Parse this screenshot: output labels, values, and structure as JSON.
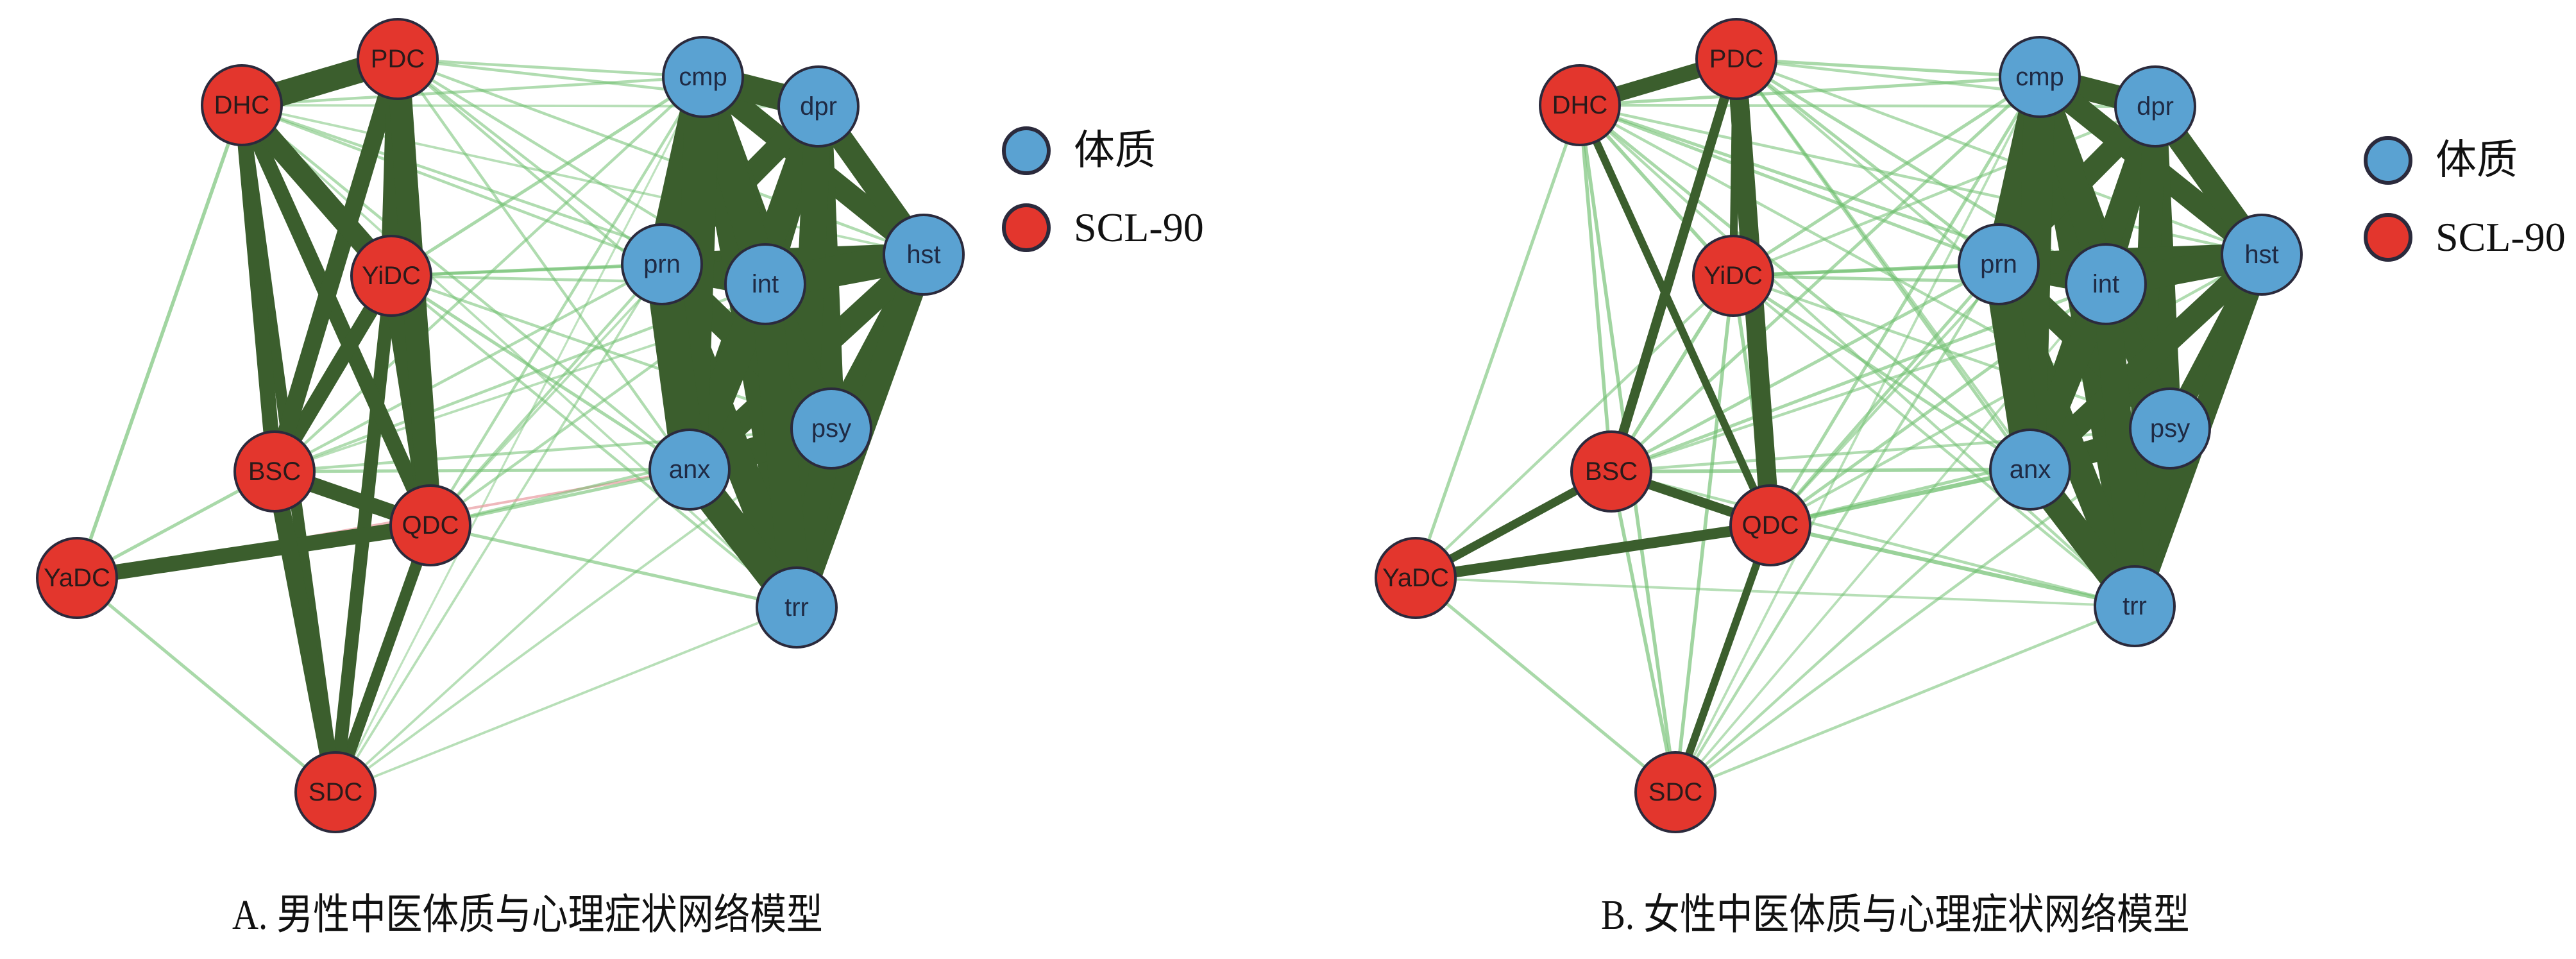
{
  "colors": {
    "constitution_node": "#5aa2d2",
    "scl90_node": "#e3362d",
    "node_border": "#2b2a3c",
    "strong_edge": "#3b5e2d",
    "weak_edge": "#6fbf6f",
    "negative_edge": "#e89aa0"
  },
  "legend": {
    "items": [
      {
        "label": "体质",
        "group": "constitution"
      },
      {
        "label": "SCL-90",
        "group": "scl90"
      }
    ]
  },
  "nodes": [
    {
      "id": "PDC",
      "group": "constitution"
    },
    {
      "id": "DHC",
      "group": "constitution"
    },
    {
      "id": "YiDC",
      "group": "constitution"
    },
    {
      "id": "BSC",
      "group": "constitution"
    },
    {
      "id": "QDC",
      "group": "constitution"
    },
    {
      "id": "YaDC",
      "group": "constitution"
    },
    {
      "id": "SDC",
      "group": "constitution"
    },
    {
      "id": "cmp",
      "group": "scl90"
    },
    {
      "id": "dpr",
      "group": "scl90"
    },
    {
      "id": "prn",
      "group": "scl90"
    },
    {
      "id": "int",
      "group": "scl90"
    },
    {
      "id": "hst",
      "group": "scl90"
    },
    {
      "id": "psy",
      "group": "scl90"
    },
    {
      "id": "anx",
      "group": "scl90"
    },
    {
      "id": "trr",
      "group": "scl90"
    }
  ],
  "panels": [
    {
      "id": "A",
      "caption": "A. 男性中医体质与心理症状网络模型",
      "edges": [
        [
          "DHC",
          "PDC",
          0.55
        ],
        [
          "PDC",
          "YiDC",
          0.45
        ],
        [
          "PDC",
          "QDC",
          0.5
        ],
        [
          "PDC",
          "BSC",
          0.35
        ],
        [
          "DHC",
          "YiDC",
          0.45
        ],
        [
          "DHC",
          "BSC",
          0.3
        ],
        [
          "DHC",
          "QDC",
          0.3
        ],
        [
          "DHC",
          "SDC",
          0.2
        ],
        [
          "YiDC",
          "BSC",
          0.3
        ],
        [
          "YiDC",
          "QDC",
          0.4
        ],
        [
          "YiDC",
          "SDC",
          0.25
        ],
        [
          "BSC",
          "QDC",
          0.3
        ],
        [
          "BSC",
          "SDC",
          0.35
        ],
        [
          "QDC",
          "YaDC",
          0.3
        ],
        [
          "QDC",
          "SDC",
          0.2
        ],
        [
          "YaDC",
          "DHC",
          0.06
        ],
        [
          "YaDC",
          "BSC",
          0.05
        ],
        [
          "YaDC",
          "SDC",
          0.05
        ],
        [
          "YaDC",
          "anx",
          -0.04
        ],
        [
          "cmp",
          "dpr",
          0.6
        ],
        [
          "cmp",
          "prn",
          0.7
        ],
        [
          "cmp",
          "int",
          0.7
        ],
        [
          "cmp",
          "hst",
          0.5
        ],
        [
          "cmp",
          "psy",
          0.6
        ],
        [
          "cmp",
          "anx",
          0.8
        ],
        [
          "cmp",
          "trr",
          0.6
        ],
        [
          "dpr",
          "prn",
          0.5
        ],
        [
          "dpr",
          "int",
          0.6
        ],
        [
          "dpr",
          "hst",
          0.5
        ],
        [
          "dpr",
          "psy",
          0.6
        ],
        [
          "dpr",
          "anx",
          0.6
        ],
        [
          "dpr",
          "trr",
          0.6
        ],
        [
          "prn",
          "int",
          0.6
        ],
        [
          "prn",
          "hst",
          0.5
        ],
        [
          "prn",
          "psy",
          0.6
        ],
        [
          "prn",
          "anx",
          0.8
        ],
        [
          "prn",
          "trr",
          0.7
        ],
        [
          "int",
          "hst",
          0.7
        ],
        [
          "int",
          "psy",
          0.6
        ],
        [
          "int",
          "anx",
          0.7
        ],
        [
          "int",
          "trr",
          0.7
        ],
        [
          "hst",
          "psy",
          0.5
        ],
        [
          "hst",
          "anx",
          0.5
        ],
        [
          "hst",
          "trr",
          0.6
        ],
        [
          "psy",
          "anx",
          0.6
        ],
        [
          "psy",
          "trr",
          0.6
        ],
        [
          "anx",
          "trr",
          0.7
        ],
        [
          "PDC",
          "cmp",
          0.04
        ],
        [
          "PDC",
          "dpr",
          0.04
        ],
        [
          "PDC",
          "prn",
          0.04
        ],
        [
          "PDC",
          "int",
          0.04
        ],
        [
          "PDC",
          "hst",
          0.04
        ],
        [
          "PDC",
          "anx",
          0.04
        ],
        [
          "PDC",
          "psy",
          0.04
        ],
        [
          "DHC",
          "cmp",
          0.04
        ],
        [
          "DHC",
          "dpr",
          0.03
        ],
        [
          "DHC",
          "prn",
          0.04
        ],
        [
          "DHC",
          "int",
          0.04
        ],
        [
          "DHC",
          "hst",
          0.03
        ],
        [
          "DHC",
          "anx",
          0.04
        ],
        [
          "DHC",
          "trr",
          0.03
        ],
        [
          "YiDC",
          "cmp",
          0.05
        ],
        [
          "YiDC",
          "prn",
          0.05
        ],
        [
          "YiDC",
          "int",
          0.04
        ],
        [
          "YiDC",
          "hst",
          0.04
        ],
        [
          "YiDC",
          "anx",
          0.05
        ],
        [
          "YiDC",
          "psy",
          0.04
        ],
        [
          "YiDC",
          "trr",
          0.04
        ],
        [
          "BSC",
          "cmp",
          0.04
        ],
        [
          "BSC",
          "prn",
          0.04
        ],
        [
          "BSC",
          "anx",
          0.05
        ],
        [
          "BSC",
          "int",
          0.04
        ],
        [
          "BSC",
          "psy",
          0.04
        ],
        [
          "BSC",
          "hst",
          0.03
        ],
        [
          "QDC",
          "cmp",
          0.04
        ],
        [
          "QDC",
          "prn",
          0.04
        ],
        [
          "QDC",
          "anx",
          0.05
        ],
        [
          "QDC",
          "trr",
          0.05
        ],
        [
          "QDC",
          "psy",
          0.04
        ],
        [
          "QDC",
          "int",
          0.04
        ],
        [
          "QDC",
          "dpr",
          0.03
        ],
        [
          "SDC",
          "anx",
          0.03
        ],
        [
          "SDC",
          "trr",
          0.03
        ],
        [
          "SDC",
          "prn",
          0.03
        ],
        [
          "SDC",
          "psy",
          0.03
        ],
        [
          "SDC",
          "cmp",
          0.02
        ]
      ]
    },
    {
      "id": "B",
      "caption": "B. 女性中医体质与心理症状网络模型",
      "edges": [
        [
          "DHC",
          "PDC",
          0.3
        ],
        [
          "PDC",
          "QDC",
          0.4
        ],
        [
          "PDC",
          "BSC",
          0.15
        ],
        [
          "PDC",
          "YiDC",
          0.1
        ],
        [
          "DHC",
          "YiDC",
          0.06
        ],
        [
          "DHC",
          "BSC",
          0.06
        ],
        [
          "DHC",
          "QDC",
          0.1
        ],
        [
          "DHC",
          "SDC",
          0.06
        ],
        [
          "YiDC",
          "BSC",
          0.06
        ],
        [
          "YiDC",
          "QDC",
          0.06
        ],
        [
          "YiDC",
          "SDC",
          0.06
        ],
        [
          "BSC",
          "QDC",
          0.15
        ],
        [
          "BSC",
          "YaDC",
          0.12
        ],
        [
          "BSC",
          "SDC",
          0.06
        ],
        [
          "QDC",
          "YaDC",
          0.18
        ],
        [
          "QDC",
          "SDC",
          0.1
        ],
        [
          "YaDC",
          "DHC",
          0.05
        ],
        [
          "YaDC",
          "SDC",
          0.05
        ],
        [
          "YaDC",
          "trr",
          0.03
        ],
        [
          "YaDC",
          "YiDC",
          0.04
        ],
        [
          "cmp",
          "dpr",
          0.5
        ],
        [
          "cmp",
          "prn",
          0.6
        ],
        [
          "cmp",
          "int",
          0.6
        ],
        [
          "cmp",
          "hst",
          0.5
        ],
        [
          "cmp",
          "psy",
          0.5
        ],
        [
          "cmp",
          "anx",
          0.7
        ],
        [
          "cmp",
          "trr",
          0.5
        ],
        [
          "dpr",
          "prn",
          0.5
        ],
        [
          "dpr",
          "int",
          0.5
        ],
        [
          "dpr",
          "hst",
          0.5
        ],
        [
          "dpr",
          "psy",
          0.5
        ],
        [
          "dpr",
          "anx",
          0.5
        ],
        [
          "dpr",
          "trr",
          0.5
        ],
        [
          "prn",
          "int",
          0.5
        ],
        [
          "prn",
          "hst",
          0.5
        ],
        [
          "prn",
          "psy",
          0.5
        ],
        [
          "prn",
          "anx",
          0.7
        ],
        [
          "prn",
          "trr",
          0.6
        ],
        [
          "int",
          "hst",
          0.6
        ],
        [
          "int",
          "psy",
          0.5
        ],
        [
          "int",
          "anx",
          0.6
        ],
        [
          "int",
          "trr",
          0.6
        ],
        [
          "hst",
          "psy",
          0.4
        ],
        [
          "hst",
          "anx",
          0.5
        ],
        [
          "hst",
          "trr",
          0.5
        ],
        [
          "psy",
          "anx",
          0.5
        ],
        [
          "psy",
          "trr",
          0.5
        ],
        [
          "anx",
          "trr",
          0.6
        ],
        [
          "PDC",
          "cmp",
          0.05
        ],
        [
          "PDC",
          "dpr",
          0.04
        ],
        [
          "PDC",
          "prn",
          0.05
        ],
        [
          "PDC",
          "int",
          0.05
        ],
        [
          "PDC",
          "hst",
          0.04
        ],
        [
          "PDC",
          "anx",
          0.05
        ],
        [
          "PDC",
          "psy",
          0.04
        ],
        [
          "PDC",
          "trr",
          0.04
        ],
        [
          "DHC",
          "cmp",
          0.05
        ],
        [
          "DHC",
          "dpr",
          0.04
        ],
        [
          "DHC",
          "prn",
          0.05
        ],
        [
          "DHC",
          "int",
          0.05
        ],
        [
          "DHC",
          "hst",
          0.04
        ],
        [
          "DHC",
          "anx",
          0.05
        ],
        [
          "DHC",
          "psy",
          0.04
        ],
        [
          "DHC",
          "trr",
          0.04
        ],
        [
          "YiDC",
          "cmp",
          0.05
        ],
        [
          "YiDC",
          "prn",
          0.06
        ],
        [
          "YiDC",
          "int",
          0.05
        ],
        [
          "YiDC",
          "hst",
          0.04
        ],
        [
          "YiDC",
          "anx",
          0.05
        ],
        [
          "YiDC",
          "psy",
          0.04
        ],
        [
          "YiDC",
          "trr",
          0.04
        ],
        [
          "YiDC",
          "dpr",
          0.04
        ],
        [
          "BSC",
          "cmp",
          0.05
        ],
        [
          "BSC",
          "prn",
          0.05
        ],
        [
          "BSC",
          "anx",
          0.06
        ],
        [
          "BSC",
          "int",
          0.05
        ],
        [
          "BSC",
          "psy",
          0.04
        ],
        [
          "BSC",
          "hst",
          0.04
        ],
        [
          "BSC",
          "trr",
          0.04
        ],
        [
          "QDC",
          "cmp",
          0.05
        ],
        [
          "QDC",
          "prn",
          0.05
        ],
        [
          "QDC",
          "anx",
          0.08
        ],
        [
          "QDC",
          "trr",
          0.07
        ],
        [
          "QDC",
          "psy",
          0.05
        ],
        [
          "QDC",
          "int",
          0.05
        ],
        [
          "QDC",
          "dpr",
          0.04
        ],
        [
          "QDC",
          "hst",
          0.04
        ],
        [
          "SDC",
          "anx",
          0.04
        ],
        [
          "SDC",
          "trr",
          0.04
        ],
        [
          "SDC",
          "prn",
          0.04
        ],
        [
          "SDC",
          "psy",
          0.04
        ],
        [
          "SDC",
          "cmp",
          0.03
        ],
        [
          "SDC",
          "int",
          0.03
        ]
      ]
    }
  ]
}
